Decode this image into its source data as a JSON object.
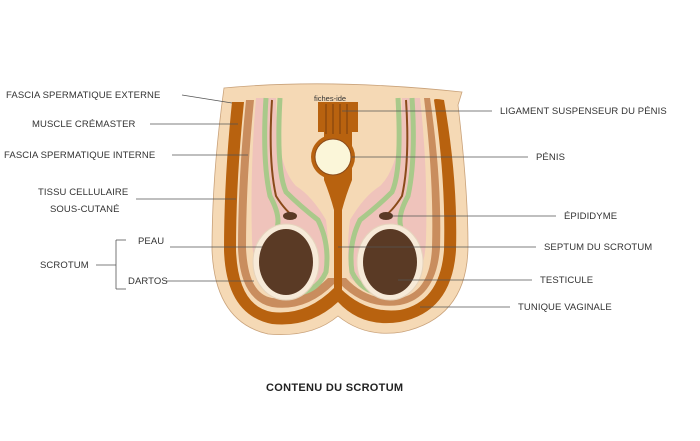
{
  "diagram": {
    "title": "CONTENU DU SCROTUM",
    "watermark": "fiches-ide",
    "left_labels": {
      "fascia_externe": "FASCIA SPERMATIQUE EXTERNE",
      "cremaster": "MUSCLE CRÉMASTER",
      "fascia_interne": "FASCIA SPERMATIQUE INTERNE",
      "tissu_line1": "TISSU CELLULAIRE",
      "tissu_line2": "SOUS-CUTANÉ",
      "scrotum": "SCROTUM",
      "peau": "PEAU",
      "dartos": "DARTOS"
    },
    "right_labels": {
      "ligament": "LIGAMENT SUSPENSEUR DU PÉNIS",
      "penis": "PÉNIS",
      "epididyme": "ÉPIDIDYME",
      "septum": "SEPTUM DU SCROTUM",
      "testicule": "TESTICULE",
      "tunique": "TUNIQUE VAGINALE"
    },
    "colors": {
      "skin": "#f5d9b5",
      "dartos": "#b8620f",
      "muscle": "#c98d5e",
      "fascia_green": "#a9c98a",
      "pink": "#efc3bb",
      "testicle": "#5a3a25",
      "penis_fill": "#fbf6d9",
      "line": "#555555"
    }
  }
}
